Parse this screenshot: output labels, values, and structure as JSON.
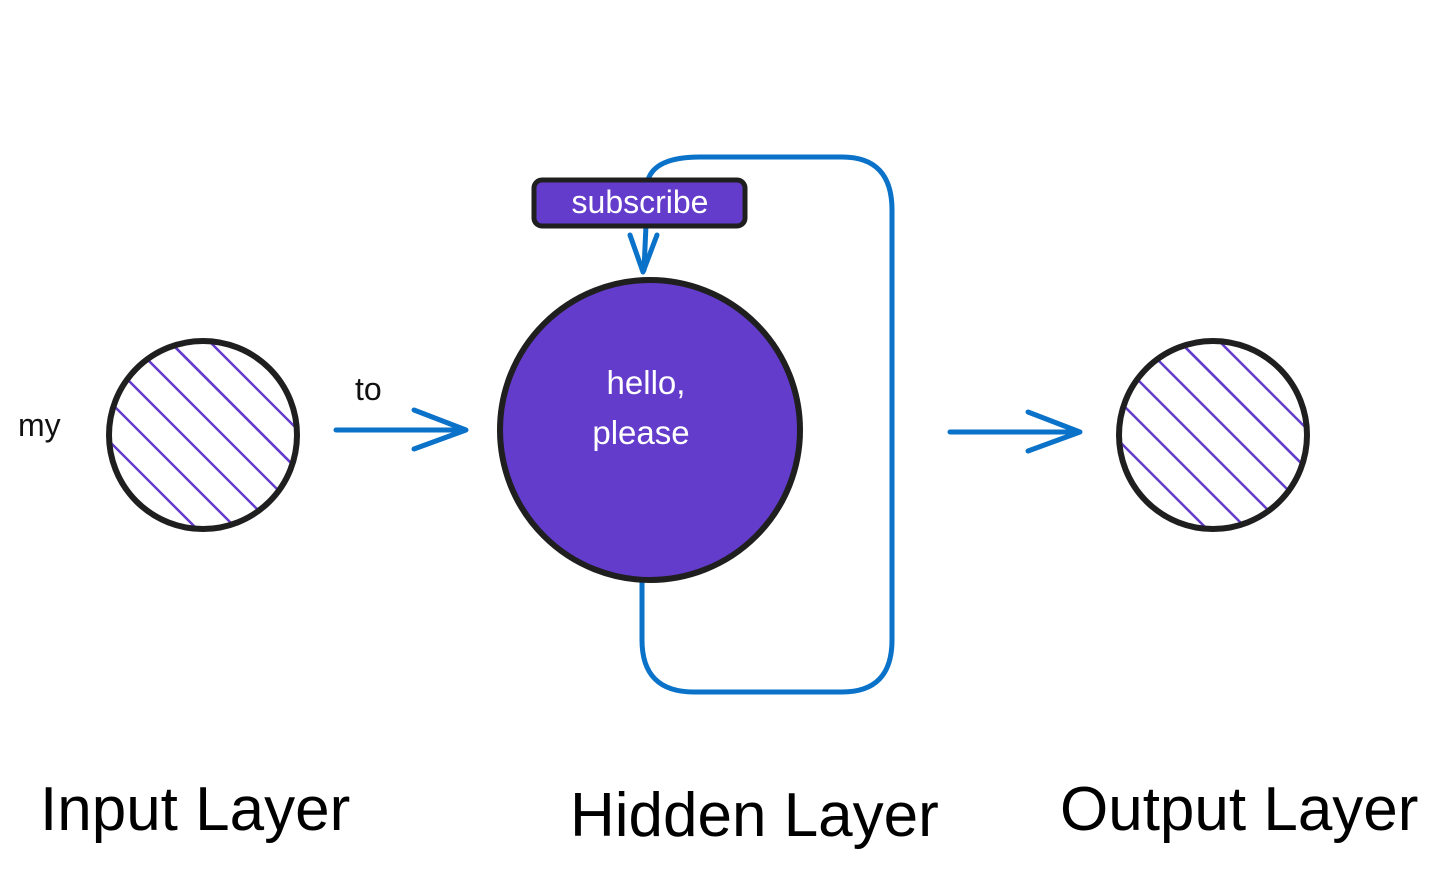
{
  "colors": {
    "accent_purple": "#643ccb",
    "arrow_blue": "#0a72c8",
    "outline": "#1f1f1f",
    "text": "#111111",
    "background": "#ffffff"
  },
  "input_node": {
    "word": "my",
    "title": "Input Layer"
  },
  "input_arrow": {
    "word": "to"
  },
  "hidden_node": {
    "line1": "hello,",
    "line2": "please",
    "title": "Hidden Layer"
  },
  "subscribe_tag": {
    "label": "subscribe"
  },
  "output_node": {
    "title": "Output Layer"
  }
}
